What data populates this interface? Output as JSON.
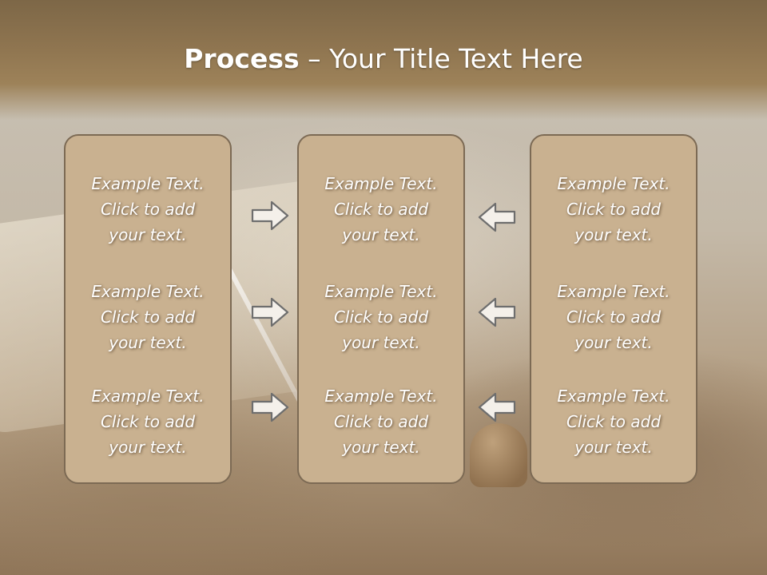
{
  "title": {
    "bold": "Process",
    "rest": " – Your Title Text Here"
  },
  "columns": {
    "left": {
      "items": [
        {
          "text": "Example Text.\nClick  to add\nyour text."
        },
        {
          "text": "Example Text.\nClick  to add\nyour text."
        },
        {
          "text": "Example Text.\nClick  to add\nyour text."
        }
      ]
    },
    "center": {
      "items": [
        {
          "text": "Example Text.\nClick  to add\nyour text."
        },
        {
          "text": "Example Text.\nClick  to add\nyour text."
        },
        {
          "text": "Example Text.\nClick  to add\nyour text."
        }
      ]
    },
    "right": {
      "items": [
        {
          "text": "Example Text.\nClick  to add\nyour text."
        },
        {
          "text": "Example Text.\nClick  to add\nyour text."
        },
        {
          "text": "Example Text.\nClick  to add\nyour text."
        }
      ]
    }
  },
  "arrows": {
    "left_column": "right-arrow-icon",
    "right_column": "left-arrow-icon"
  },
  "colors": {
    "header": "#8f7550",
    "box_fill": "#c9b190",
    "box_border": "#7c6a54",
    "text": "#ffffff"
  }
}
